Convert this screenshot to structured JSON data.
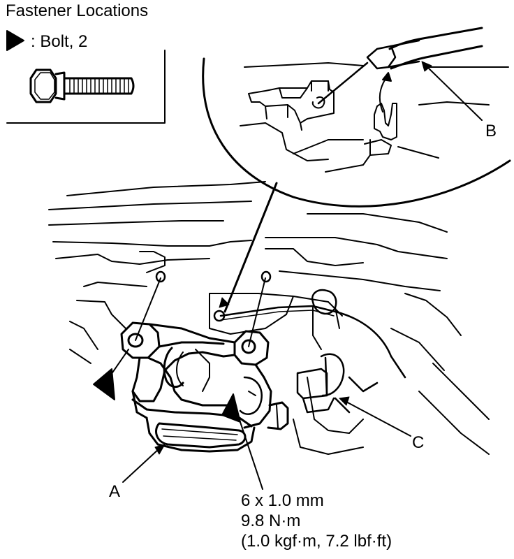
{
  "title": "Fastener Locations",
  "legend": {
    "icon": "triangle-bolt-marker",
    "text": ": Bolt, 2"
  },
  "callouts": {
    "a": "A",
    "b": "B",
    "c": "C"
  },
  "spec": {
    "size": "6 x 1.0 mm",
    "torque_nm": "9.8 N·m",
    "torque_alt": "(1.0 kgf·m, 7.2 lbf·ft)"
  }
}
